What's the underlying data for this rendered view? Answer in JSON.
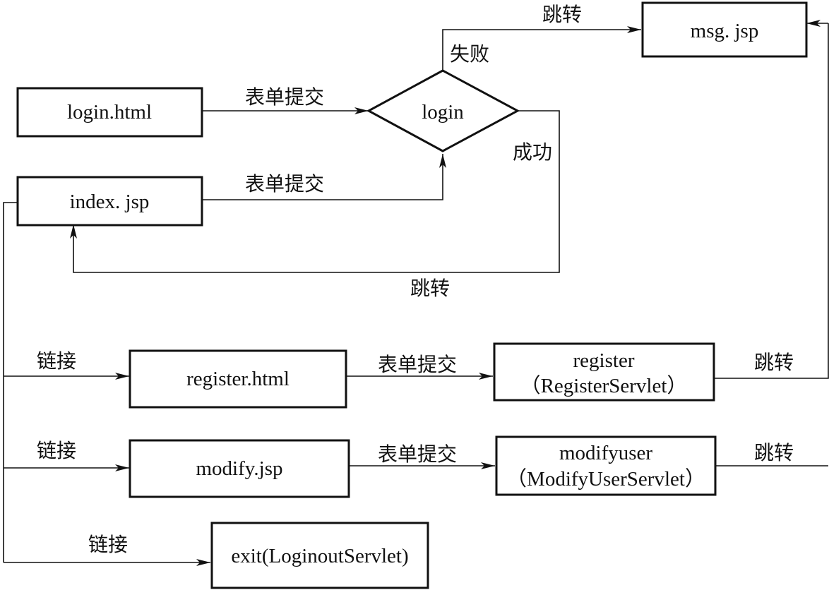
{
  "nodes": {
    "login_html": {
      "label": "login.html"
    },
    "index_jsp": {
      "label": "index. jsp"
    },
    "login": {
      "label": "login"
    },
    "msg_jsp": {
      "label": "msg. jsp"
    },
    "register_html": {
      "label": "register.html"
    },
    "register": {
      "line1": "register",
      "line2": "（RegisterServlet）"
    },
    "modify_jsp": {
      "label": "modify.jsp"
    },
    "modifyuser": {
      "line1": "modifyuser",
      "line2": "（ModifyUserServlet）"
    },
    "exit": {
      "label": "exit(LoginoutServlet)"
    }
  },
  "edges": {
    "login_html_to_login": "表单提交",
    "index_to_login": "表单提交",
    "login_fail": "失败",
    "fail_to_msg": "跳转",
    "login_success": "成功",
    "success_to_index": "跳转",
    "index_to_register_html": "链接",
    "register_html_to_register": "表单提交",
    "register_to_msg": "跳转",
    "index_to_modify_jsp": "链接",
    "modify_jsp_to_modifyuser": "表单提交",
    "modifyuser_to_msg": "跳转",
    "index_to_exit": "链接"
  }
}
